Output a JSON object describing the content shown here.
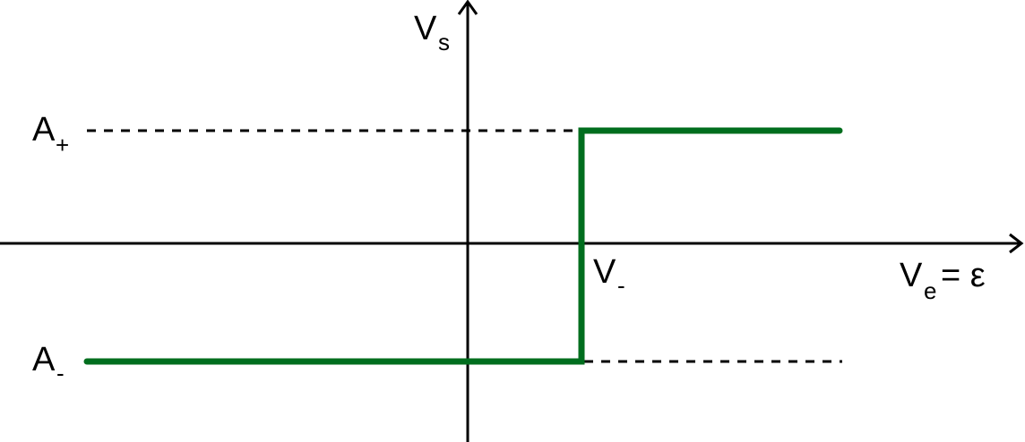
{
  "diagram": {
    "y_axis": {
      "symbol": "V",
      "subscript": "s"
    },
    "x_axis": {
      "symbol": "V",
      "subscript": "e",
      "suffix": " = ε"
    },
    "levels": {
      "high": {
        "symbol": "A",
        "subscript": "+"
      },
      "low": {
        "symbol": "A",
        "subscript": "-"
      }
    },
    "threshold": {
      "symbol": "V",
      "subscript": "-"
    },
    "colors": {
      "axis": "#000000",
      "curve": "#006e1e",
      "guide": "#000000"
    }
  }
}
